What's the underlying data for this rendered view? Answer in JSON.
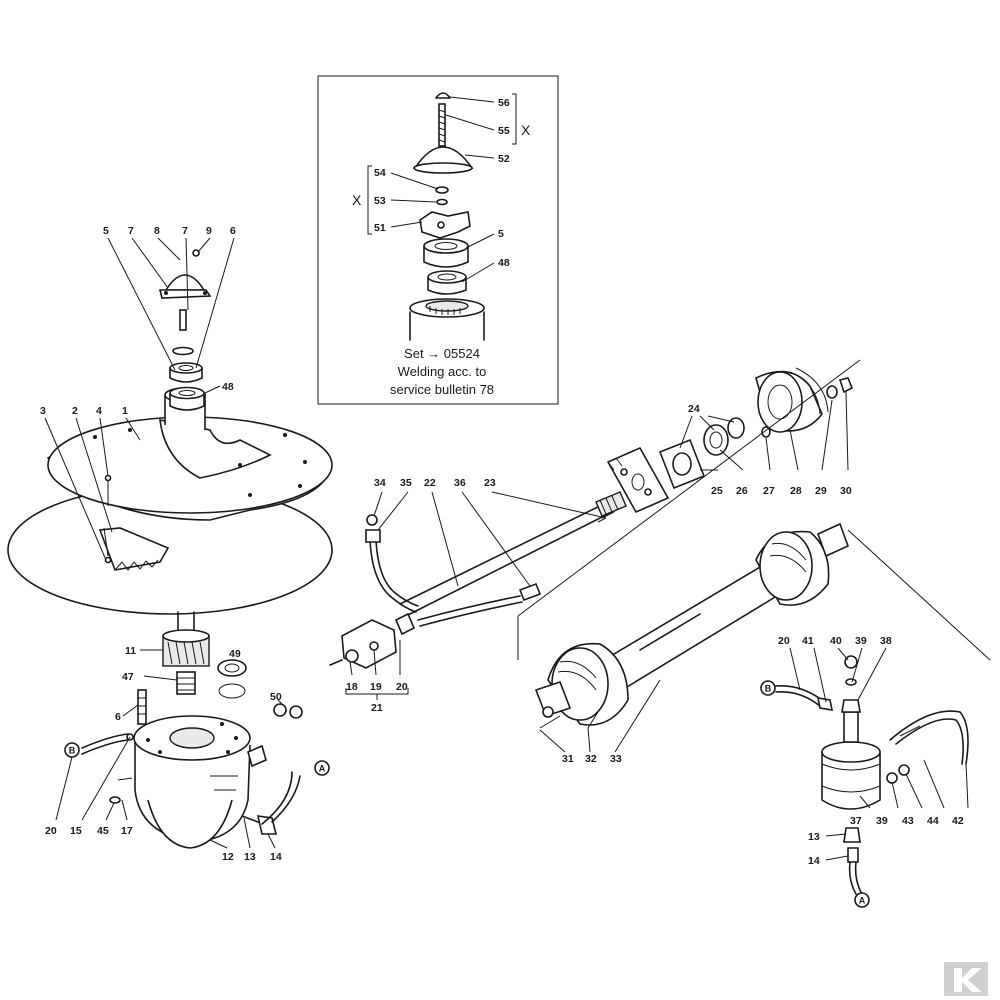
{
  "inset": {
    "line1": "Set → 05524",
    "line2": "Welding acc. to",
    "line3": "service bulletin 78",
    "x_marks": [
      "X",
      "X"
    ],
    "part_labels": [
      "56",
      "55",
      "52",
      "54",
      "53",
      "51",
      "5",
      "48"
    ]
  },
  "parts": {
    "disc": [
      "5",
      "7",
      "8",
      "7",
      "9",
      "6",
      "48",
      "3",
      "2",
      "4",
      "1"
    ],
    "gearbox": [
      "11",
      "49",
      "47",
      "50",
      "6",
      "20",
      "15",
      "45",
      "17",
      "12",
      "13",
      "14"
    ],
    "shaft": [
      "34",
      "35",
      "22",
      "36",
      "23",
      "18",
      "19",
      "20",
      "21"
    ],
    "bearing": [
      "24",
      "25",
      "26",
      "27",
      "28",
      "29",
      "30"
    ],
    "pto": [
      "31",
      "32",
      "33"
    ],
    "tank": [
      "20",
      "41",
      "40",
      "39",
      "38",
      "37",
      "39",
      "43",
      "44",
      "42",
      "13",
      "14"
    ]
  },
  "connectors": {
    "a_label": "A",
    "b_label": "B"
  },
  "colors": {
    "ink": "#1a1a1a",
    "paper": "#ffffff",
    "logo": "#cfcfcf"
  }
}
